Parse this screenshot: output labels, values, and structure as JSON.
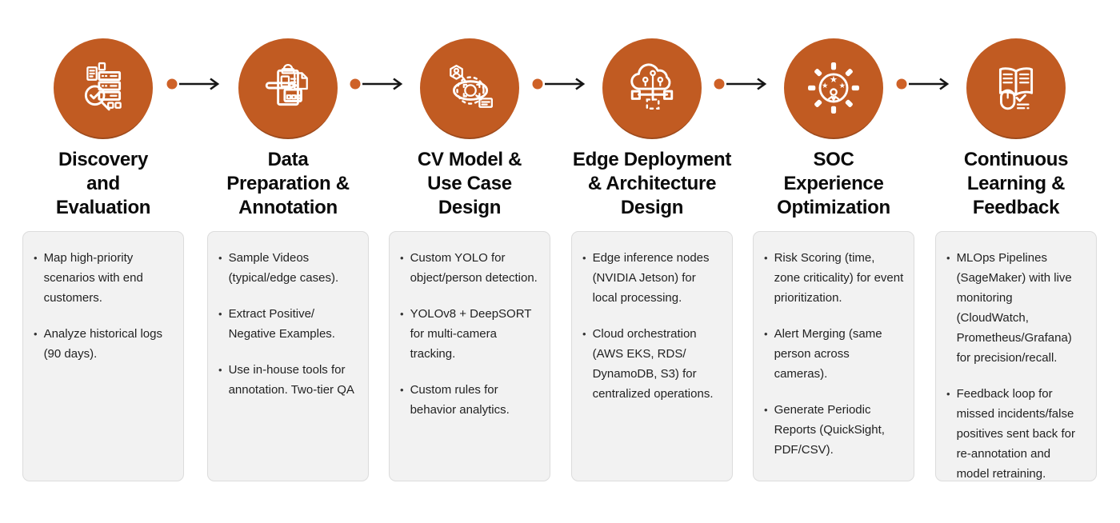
{
  "theme": {
    "page_bg": "#ffffff",
    "accent": "#C15B22",
    "accent_dark": "#9E4B1D",
    "dot_color": "#CE6127",
    "arrow_color": "#161616",
    "card_bg": "#F2F2F2",
    "card_border": "#DCDCDC",
    "title_color": "#0B0B0B",
    "text_color": "#222222"
  },
  "stages": [
    {
      "title": "Discovery\nand\nEvaluation",
      "icon": "server-search-icon",
      "bullets": [
        "Map high-priority scenarios with end customers.",
        "Analyze historical logs (90 days)."
      ]
    },
    {
      "title": "Data\nPreparation &\nAnnotation",
      "icon": "clipboard-annotation-icon",
      "bullets": [
        "Sample Videos (typical/edge cases).",
        "Extract Positive/ Negative Examples.",
        "Use in-house tools for annotation. Two-tier QA"
      ]
    },
    {
      "title": "CV Model &\nUse Case\nDesign",
      "icon": "computer-vision-eye-icon",
      "bullets": [
        "Custom YOLO for object/person detection.",
        "YOLOv8 + DeepSORT for multi-camera tracking.",
        "Custom rules for behavior analytics."
      ]
    },
    {
      "title": "Edge Deployment\n& Architecture\nDesign",
      "icon": "edge-cloud-network-icon",
      "bullets": [
        "Edge inference nodes (NVIDIA Jetson) for local processing.",
        "Cloud orchestration (AWS EKS, RDS/ DynamoDB, S3) for centralized operations."
      ]
    },
    {
      "title": "SOC\nExperience\nOptimization",
      "icon": "gear-experience-icon",
      "bullets": [
        "Risk Scoring (time, zone criticality) for event prioritization.",
        "Alert Merging (same person across cameras).",
        "Generate Periodic Reports (QuickSight, PDF/CSV)."
      ]
    },
    {
      "title": "Continuous\nLearning &\nFeedback",
      "icon": "book-learning-icon",
      "bullets": [
        "MLOps Pipelines (SageMaker) with live monitoring (CloudWatch, Prometheus/Grafana) for precision/recall.",
        "Feedback loop for missed incidents/false positives sent back for re-annotation and model retraining."
      ]
    }
  ]
}
